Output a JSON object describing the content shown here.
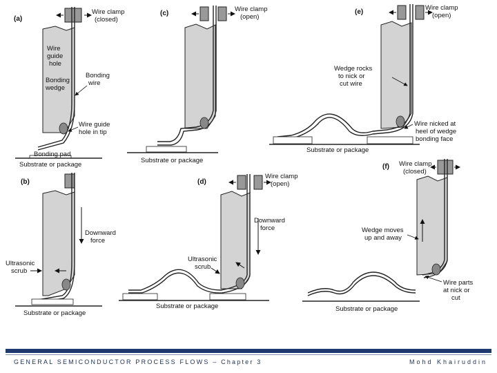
{
  "panels": {
    "a": {
      "tag": "(a)",
      "clamp": [
        "Wire clamp",
        "(closed)"
      ],
      "guide_hole": [
        "Wire",
        "guide",
        "hole"
      ],
      "bonding_wedge": [
        "Bonding",
        "wedge"
      ],
      "bonding_wire": [
        "Bonding",
        "wire"
      ],
      "guide_hole_tip": [
        "Wire guide",
        "hole in tip"
      ],
      "pad": "Bonding pad",
      "substrate": "Substrate or package"
    },
    "b": {
      "tag": "(b)",
      "downward_force": [
        "Downward",
        "force"
      ],
      "ultrasonic_scrub": [
        "Ultrasonic",
        "scrub"
      ],
      "substrate": "Substrate or package"
    },
    "c": {
      "tag": "(c)",
      "clamp": [
        "Wire clamp",
        "(open)"
      ],
      "substrate": "Substrate or package"
    },
    "d": {
      "tag": "(d)",
      "clamp": [
        "Wire clamp",
        "(open)"
      ],
      "downward_force": [
        "Downward",
        "force"
      ],
      "ultrasonic_scrub": [
        "Ultrasonic",
        "scrub"
      ],
      "substrate": "Substrate or package"
    },
    "e": {
      "tag": "(e)",
      "clamp": [
        "Wire clamp",
        "(open)"
      ],
      "wedge_rocks": [
        "Wedge rocks",
        "to nick or",
        "cut wire"
      ],
      "wire_nicked": [
        "Wire nicked at",
        "heel of wedge",
        "bonding face"
      ],
      "substrate": "Substrate or package"
    },
    "f": {
      "tag": "(f)",
      "clamp": [
        "Wire clamp",
        "(closed)"
      ],
      "wedge_moves": [
        "Wedge moves",
        "up and away"
      ],
      "wire_parts": [
        "Wire parts",
        "at nick or",
        "cut"
      ],
      "substrate": "Substrate or package"
    }
  },
  "footer": {
    "left": "GENERAL SEMICONDUCTOR PROCESS FLOWS – Chapter 3",
    "right": "Mohd Khairuddin"
  }
}
